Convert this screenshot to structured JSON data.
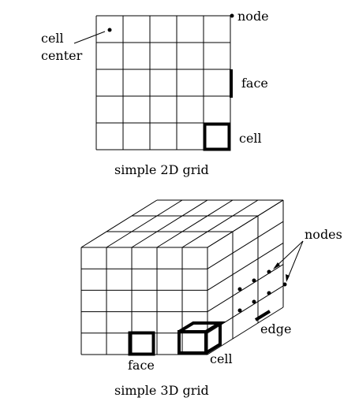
{
  "grid2d": {
    "caption": "simple 2D grid",
    "label_node": "node",
    "label_cell_center_line1": "cell",
    "label_cell_center_line2": "center",
    "label_face": "face",
    "label_cell": "cell"
  },
  "grid3d": {
    "caption": "simple 3D grid",
    "label_nodes": "nodes",
    "label_edge": "edge",
    "label_face": "face",
    "label_cell": "cell"
  },
  "colors": {
    "ink": "#000000",
    "background": "#ffffff"
  }
}
